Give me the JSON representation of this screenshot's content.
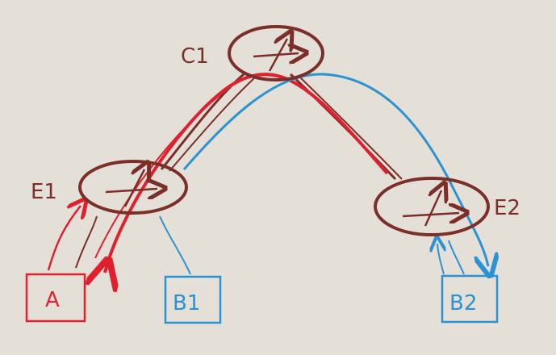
{
  "nodes": {
    "c1": {
      "label": "C1"
    },
    "e1": {
      "label": "E1"
    },
    "e2": {
      "label": "E2"
    },
    "a": {
      "label": "A"
    },
    "b1": {
      "label": "B1"
    },
    "b2": {
      "label": "B2"
    }
  },
  "colors": {
    "background": "#e4e0d7",
    "router": "#7b2f28",
    "red_path": "#e0202e",
    "blue_path": "#2b93d1"
  },
  "icons": {
    "router_symbol": "router-icon"
  }
}
